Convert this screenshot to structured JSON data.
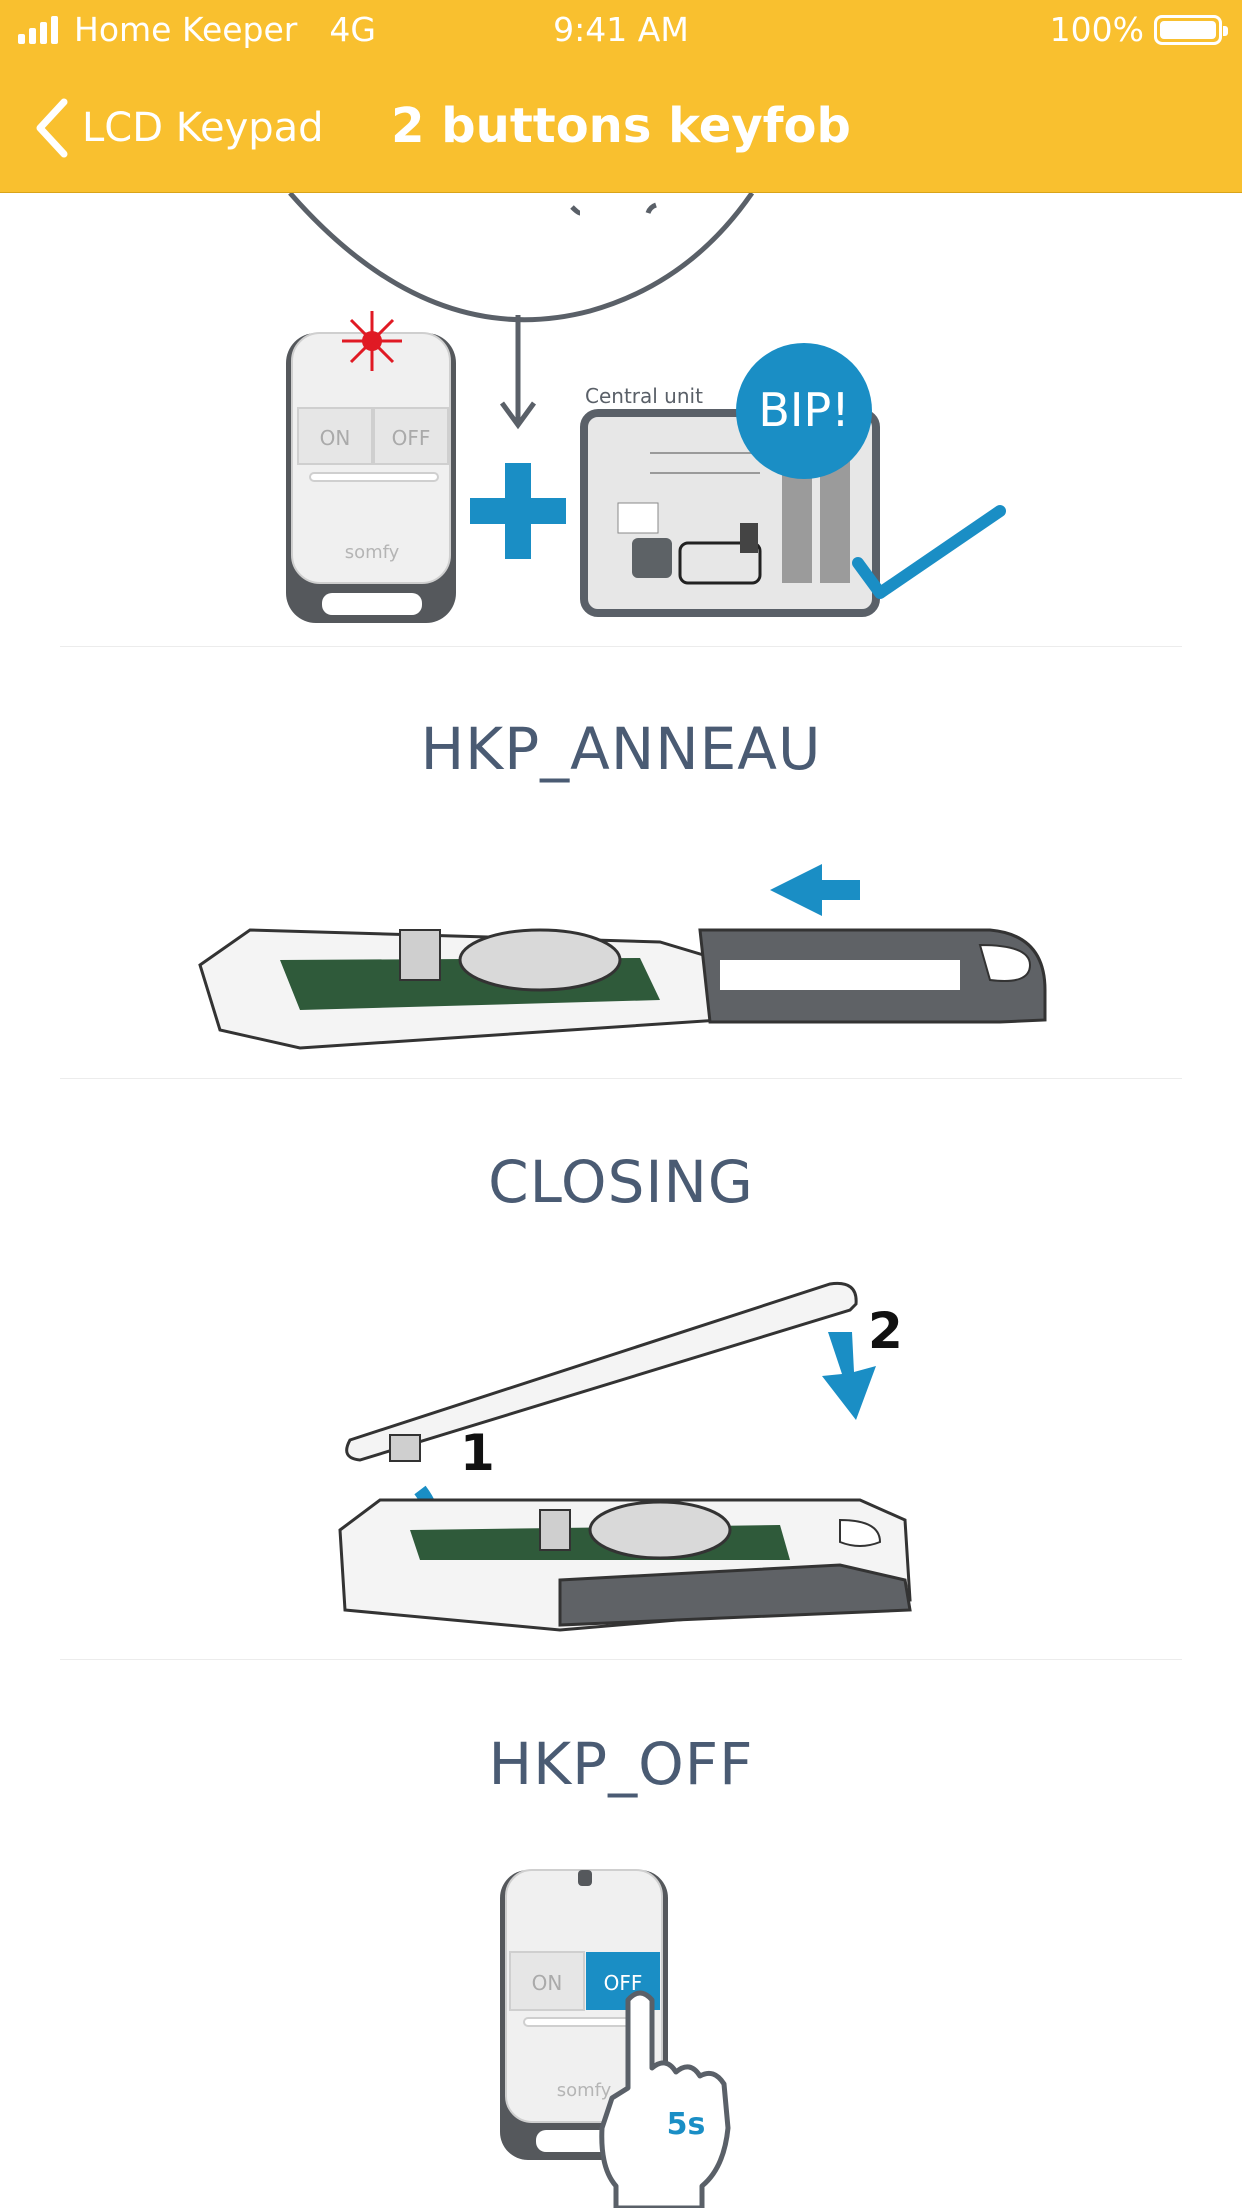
{
  "status_bar": {
    "carrier": "Home Keeper",
    "network": "4G",
    "time": "9:41 AM",
    "battery": "100%"
  },
  "nav": {
    "back_label": "LCD Keypad",
    "title": "2 buttons keyfob"
  },
  "steps": [
    {
      "illustration": "keyfob-pairing-central-unit",
      "labels": {
        "keyfob_on": "ON",
        "keyfob_off": "OFF",
        "brand": "somfy",
        "central_unit": "Central unit",
        "bip": "BIP!"
      }
    },
    {
      "title": "HKP_ANNEAU",
      "illustration": "keyfob-ring-slide"
    },
    {
      "title": "CLOSING",
      "illustration": "keyfob-closing",
      "labels": {
        "step1": "1",
        "step2": "2"
      }
    },
    {
      "title": "HKP_OFF",
      "illustration": "keyfob-press-off",
      "labels": {
        "keyfob_on": "ON",
        "keyfob_off": "OFF",
        "brand": "somfy",
        "duration": "5s"
      }
    }
  ],
  "colors": {
    "header_bg": "#f9c02f",
    "accent_blue": "#1a8ec5",
    "title_text": "#4a5b73",
    "dark_grey": "#55585c",
    "board_green": "#2f5a3a"
  }
}
